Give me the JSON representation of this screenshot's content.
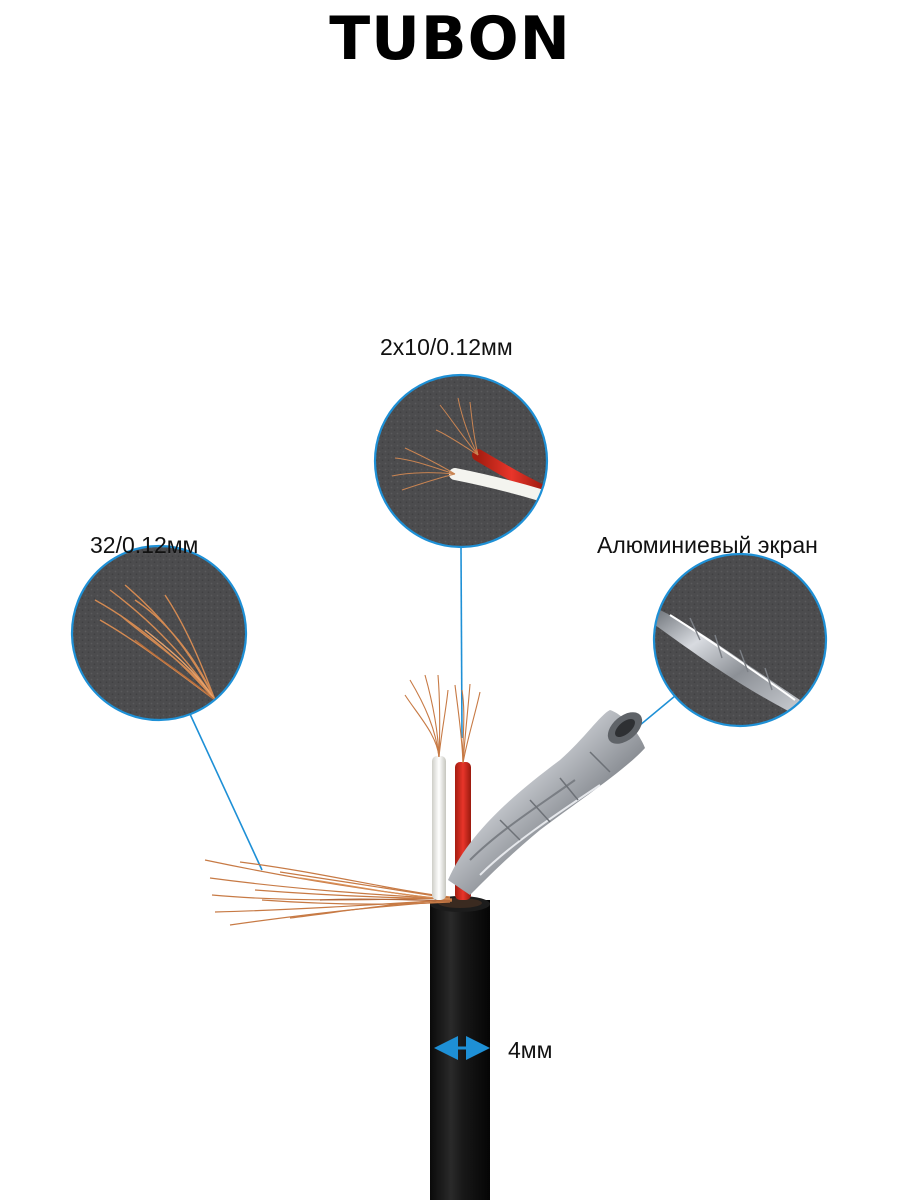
{
  "brand": {
    "name": "TUBON"
  },
  "callouts": {
    "core_wires": {
      "label": "2x10/0.12мм",
      "icon": "core-wires-closeup"
    },
    "drain_strand": {
      "label": "32/0.12мм",
      "icon": "copper-strand-closeup"
    },
    "shield": {
      "label": "Алюминиевый экран",
      "icon": "aluminium-foil-closeup"
    }
  },
  "dimension": {
    "label": "4мм",
    "icon": "double-arrow-icon"
  },
  "colors": {
    "accent": "#1e90d6",
    "cable_jacket": "#141414",
    "copper": "#c77a45",
    "red_core": "#d62a1a",
    "white_core": "#f2f2ee",
    "foil": "#b8bcc2",
    "felt_background": "#4a4a4c"
  }
}
